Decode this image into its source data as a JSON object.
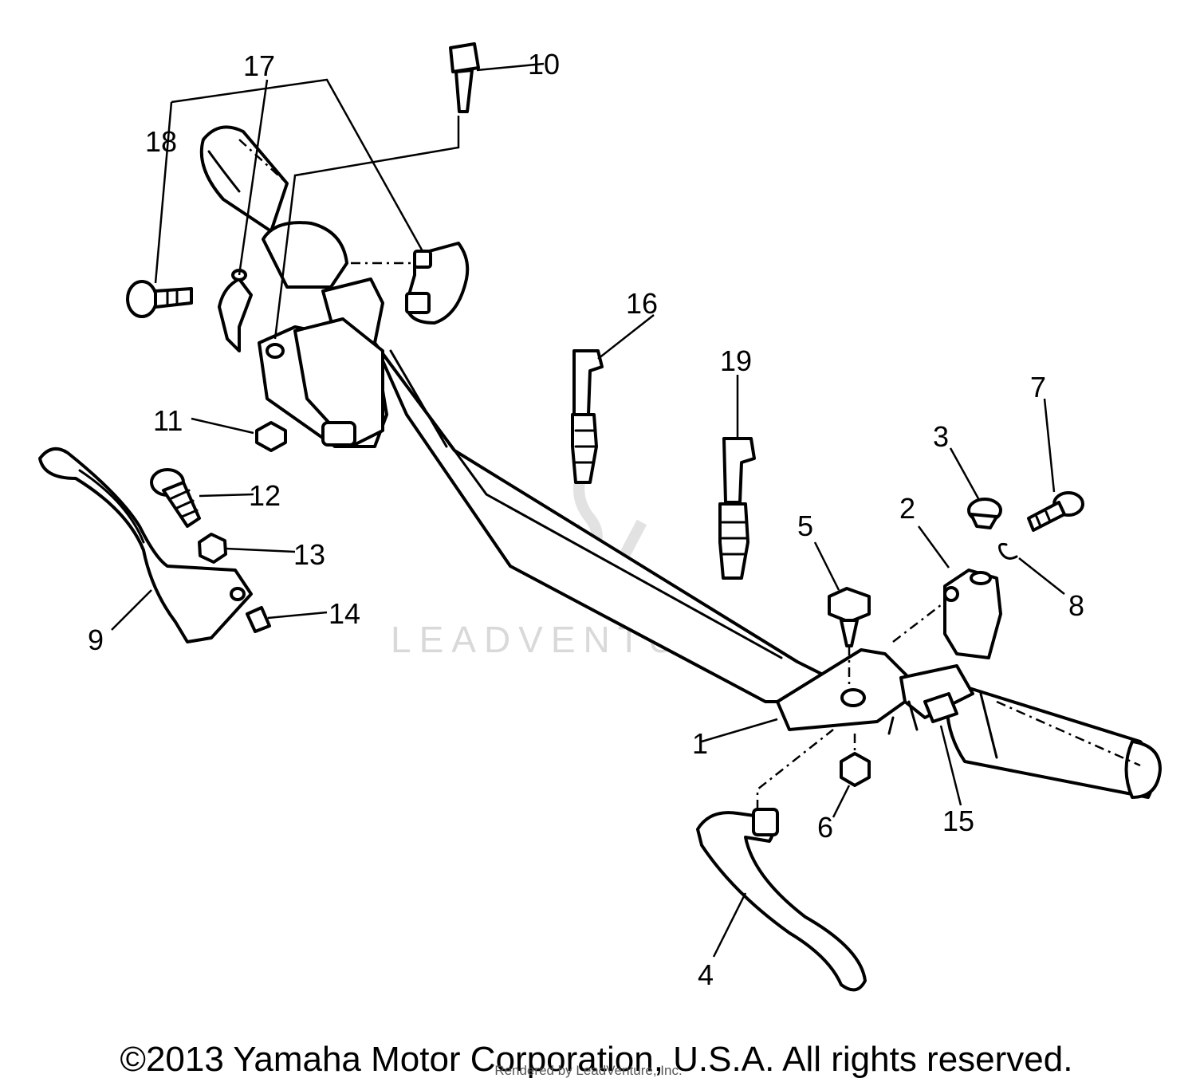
{
  "diagram": {
    "callouts": [
      {
        "id": "1",
        "text": "1"
      },
      {
        "id": "2",
        "text": "2"
      },
      {
        "id": "3",
        "text": "3"
      },
      {
        "id": "4",
        "text": "4"
      },
      {
        "id": "5",
        "text": "5"
      },
      {
        "id": "6",
        "text": "6"
      },
      {
        "id": "7",
        "text": "7"
      },
      {
        "id": "8",
        "text": "8"
      },
      {
        "id": "9",
        "text": "9"
      },
      {
        "id": "10",
        "text": "10"
      },
      {
        "id": "11",
        "text": "11"
      },
      {
        "id": "12",
        "text": "12"
      },
      {
        "id": "13",
        "text": "13"
      },
      {
        "id": "14",
        "text": "14"
      },
      {
        "id": "15",
        "text": "15"
      },
      {
        "id": "16",
        "text": "16"
      },
      {
        "id": "17",
        "text": "17"
      },
      {
        "id": "18",
        "text": "18"
      },
      {
        "id": "19",
        "text": "19"
      }
    ],
    "watermark": "LEADVENTURE",
    "copyright": "©2013 Yamaha Motor Corporation, U.S.A. All rights reserved.",
    "rendered_by": "Rendered by LeadVenture, Inc."
  }
}
